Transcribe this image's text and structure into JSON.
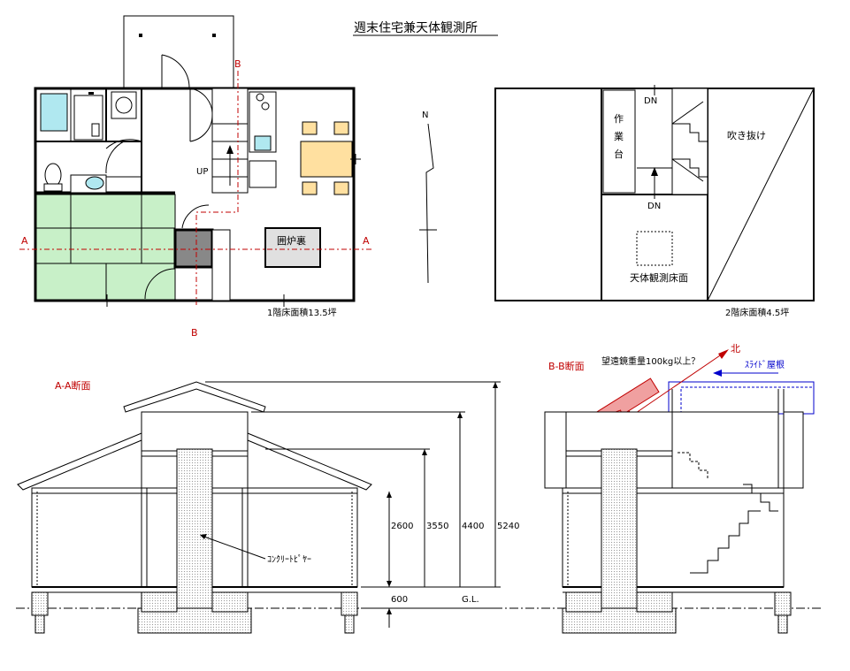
{
  "title": "週末住宅兼天体観測所",
  "plan1": {
    "area_label": "1階床面積13.5坪",
    "up_label": "UP",
    "hearth_label": "囲炉裏",
    "section_a_left": "A",
    "section_a_right": "A",
    "section_b_top": "B",
    "section_b_bottom": "B"
  },
  "plan2": {
    "area_label": "2階床面積4.5坪",
    "workbench_label": [
      "作",
      "業",
      "台"
    ],
    "dn_top": "DN",
    "dn_bottom": "DN",
    "void_label": "吹き抜け",
    "floor_label": "天体観測床面"
  },
  "north": {
    "label": "N"
  },
  "section_aa": {
    "title": "A-A断面",
    "pier_label": "ｺﾝｸﾘｰﾄﾋﾟﾔｰ",
    "dims": [
      "2600",
      "3550",
      "4400",
      "5240"
    ],
    "base_dim": "600",
    "gl_label": "G.L."
  },
  "section_bb": {
    "title": "B-B断面",
    "telescope_note": "望遠鏡重量100kg以上？",
    "north_label": "北",
    "slide_roof_label": "ｽﾗｲﾄﾞ屋根"
  },
  "colors": {
    "tatami": "#c8f0c8",
    "table": "#ffe0a0",
    "hearth": "#e0e0e0",
    "pier_dark": "#808080",
    "bath": "#b0e8f0",
    "telescope": "#f0a0a0",
    "section_red": "#c00000",
    "slide_blue": "#0000cc"
  }
}
